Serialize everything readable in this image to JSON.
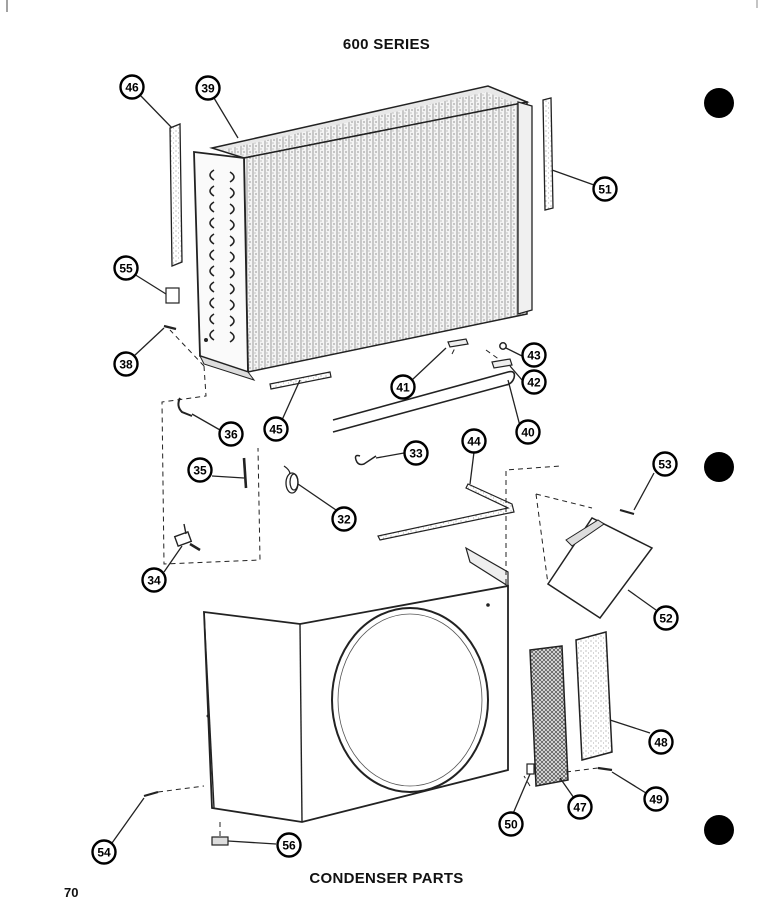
{
  "series_title": "600 SERIES",
  "caption": "CONDENSER PARTS",
  "page_number": "70",
  "callouts": {
    "c46": "46",
    "c39": "39",
    "c51": "51",
    "c55": "55",
    "c38": "38",
    "c41": "41",
    "c43": "43",
    "c42": "42",
    "c45": "45",
    "c40": "40",
    "c36": "36",
    "c35": "35",
    "c33": "33",
    "c44": "44",
    "c32": "32",
    "c53": "53",
    "c34": "34",
    "c52": "52",
    "c48": "48",
    "c47": "47",
    "c49": "49",
    "c50": "50",
    "c54": "54",
    "c56": "56"
  }
}
